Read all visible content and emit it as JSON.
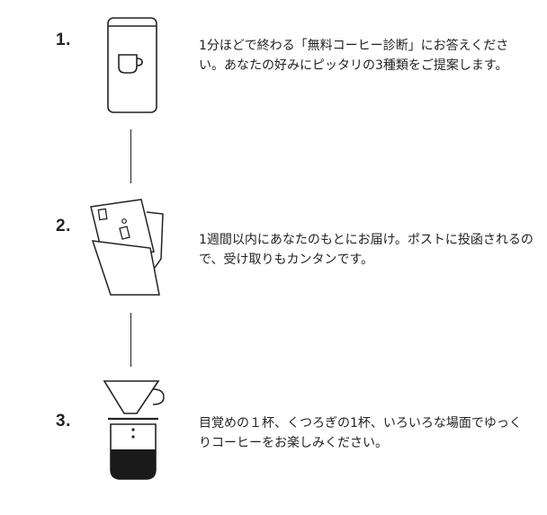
{
  "steps": [
    {
      "number": "1.",
      "text": "1分ほどで終わる「無料コーヒー診断」にお答えください。あなたの好みにピッタリの3種類をご提案します。",
      "icon": "phone-coffee-cup-icon"
    },
    {
      "number": "2.",
      "text": "1週間以内にあなたのもとにお届け。ポストに投函されるので、受け取りもカンタンです。",
      "icon": "mailbox-package-icon"
    },
    {
      "number": "3.",
      "text": "目覚めの１杯、くつろぎの1杯、いろいろな場面でゆっくりコーヒーをお楽しみください。",
      "icon": "coffee-dripper-icon"
    }
  ],
  "colors": {
    "text": "#222222",
    "line": "#222222",
    "background": "#ffffff"
  }
}
